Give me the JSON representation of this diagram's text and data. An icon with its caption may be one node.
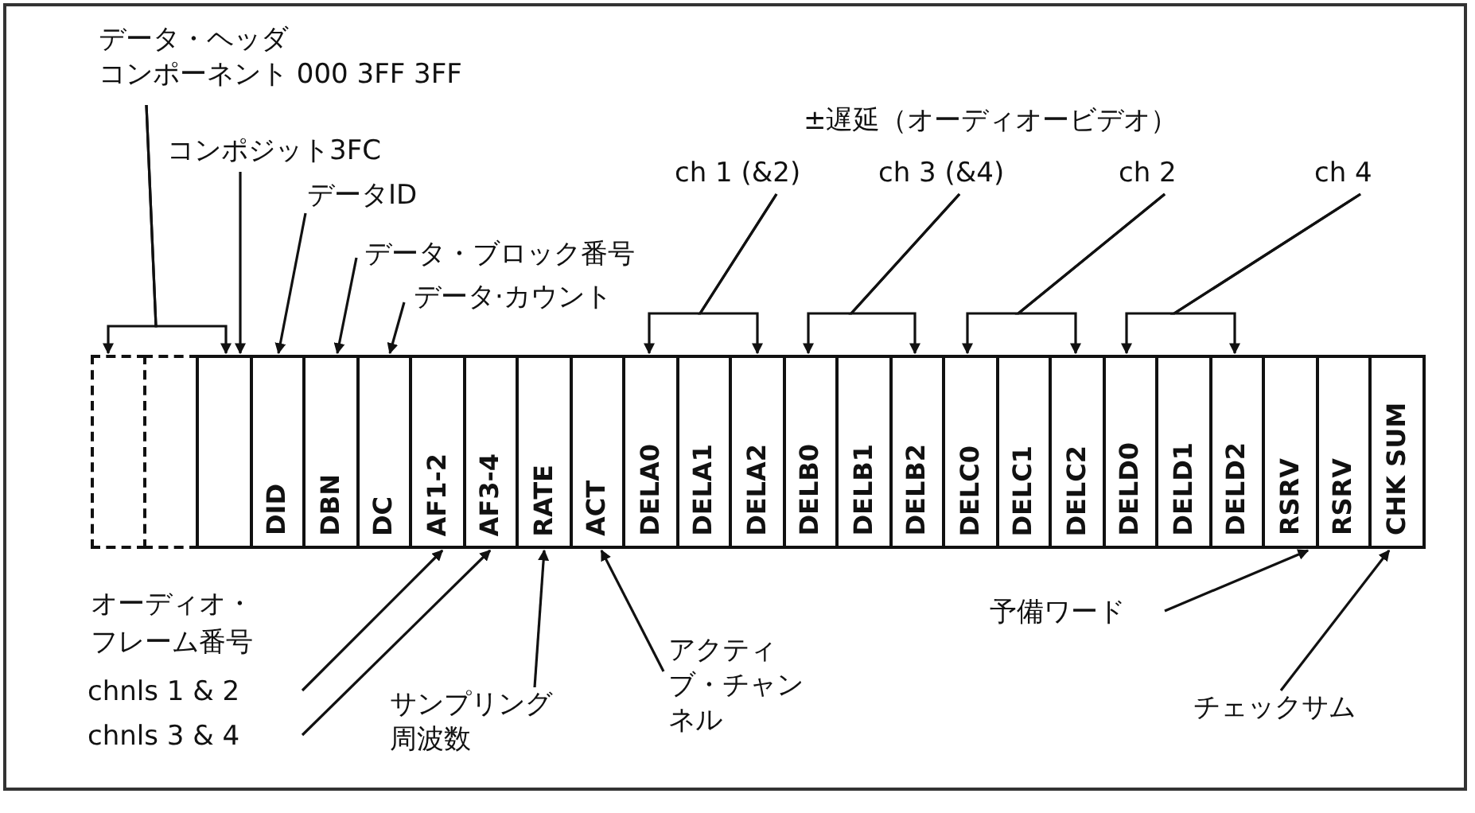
{
  "diagram": {
    "nodes": [
      {
        "text": [
          "データ・ヘッダ",
          "コンポーネント 000 3FF 3FF"
        ]
      },
      {
        "text": [
          "コンポジット3FC"
        ]
      },
      {
        "text": [
          "データID"
        ]
      },
      {
        "text": [
          "データ・ブロック番号"
        ]
      },
      {
        "text": [
          "データ·カウント"
        ]
      },
      {
        "text": [
          "ch 1 (&2)"
        ]
      },
      {
        "text": [
          "ch 3 (&4)"
        ]
      },
      {
        "text": [
          "ch 2"
        ]
      },
      {
        "text": [
          "ch 4"
        ]
      },
      {
        "text": [],
        "shape": "box"
      },
      {
        "text": [],
        "shape": "box"
      },
      {
        "text": [],
        "shape": "box"
      },
      {
        "text": [
          "DID"
        ]
      },
      {
        "text": [
          "DBN"
        ]
      },
      {
        "text": [
          "DC"
        ]
      },
      {
        "text": [
          "AF1-2"
        ]
      },
      {
        "text": [
          "AF3-4"
        ]
      },
      {
        "text": [
          "RATE"
        ]
      },
      {
        "text": [
          "ACT"
        ]
      },
      {
        "text": [
          "DELA0"
        ]
      },
      {
        "text": [
          "DELA1"
        ]
      },
      {
        "text": [
          "DELA2"
        ]
      },
      {
        "text": [
          "DELB0"
        ]
      },
      {
        "text": [
          "DELB1"
        ]
      },
      {
        "text": [
          "DELB2"
        ]
      },
      {
        "text": [
          "DELC0"
        ]
      },
      {
        "text": [
          "DELC1"
        ]
      },
      {
        "text": [
          "DELC2"
        ]
      },
      {
        "text": [
          "DELD0"
        ]
      },
      {
        "text": [
          "DELD1"
        ]
      },
      {
        "text": [
          "DELD2"
        ]
      },
      {
        "text": [
          "RSRV"
        ]
      },
      {
        "text": [
          "RSRV"
        ]
      },
      {
        "text": [
          "CHK SUM"
        ]
      },
      {
        "text": [
          "chnls 1 & 2"
        ]
      },
      {
        "text": [
          "chnls 3 & 4"
        ]
      },
      {
        "text": [
          "サンプリング周波数"
        ]
      },
      {
        "text": [
          "アクティブ・チャンネル"
        ]
      },
      {
        "text": [
          "予備ワード"
        ]
      },
      {
        "text": [
          "チェックサム"
        ]
      }
    ],
    "edges": [
      {
        "from": 0,
        "to": 9,
        "arrow": "to"
      },
      {
        "from": 0,
        "to": 11,
        "arrow": "to"
      },
      {
        "from": 1,
        "to": 11,
        "arrow": "to"
      },
      {
        "from": 2,
        "to": 12,
        "arrow": "to"
      },
      {
        "from": 3,
        "to": 13,
        "arrow": "to"
      },
      {
        "from": 4,
        "to": 14,
        "arrow": "to"
      },
      {
        "from": 5,
        "to": 19,
        "arrow": "to"
      },
      {
        "from": 5,
        "to": 21,
        "arrow": "to"
      },
      {
        "from": 6,
        "to": 22,
        "arrow": "to"
      },
      {
        "from": 6,
        "to": 24,
        "arrow": "to"
      },
      {
        "from": 7,
        "to": 25,
        "arrow": "to"
      },
      {
        "from": 7,
        "to": 27,
        "arrow": "to"
      },
      {
        "from": 8,
        "to": 28,
        "arrow": "to"
      },
      {
        "from": 8,
        "to": 30,
        "arrow": "to"
      },
      {
        "from": 34,
        "to": 15,
        "arrow": "to"
      },
      {
        "from": 35,
        "to": 16,
        "arrow": "to"
      },
      {
        "from": 36,
        "to": 17,
        "arrow": "to"
      },
      {
        "from": 37,
        "to": 18,
        "arrow": "to"
      },
      {
        "from": 38,
        "to": 31,
        "arrow": "to"
      },
      {
        "from": 39,
        "to": 33,
        "arrow": "to"
      }
    ],
    "labels": [
      "±遅延（オーディオービデオ）",
      "オーディオ・フレーム番号"
    ]
  }
}
